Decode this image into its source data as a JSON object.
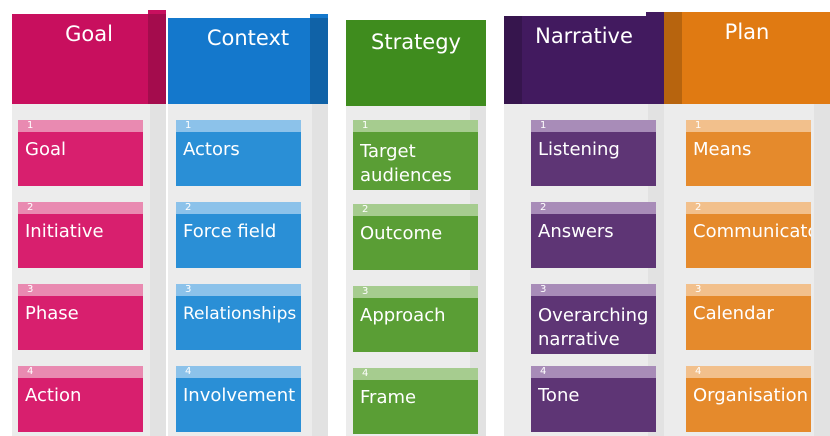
{
  "columns": [
    {
      "title": "Goal",
      "color": "#d81f6e",
      "header_color": "#c80f5e",
      "tab_color": "#e98ab1",
      "cards": [
        {
          "num": "1",
          "label": "Goal"
        },
        {
          "num": "2",
          "label": "Initiative"
        },
        {
          "num": "3",
          "label": "Phase"
        },
        {
          "num": "4",
          "label": "Action"
        }
      ]
    },
    {
      "title": "Context",
      "color": "#2a8fd6",
      "header_color": "#1478cc",
      "tab_color": "#8cc2ea",
      "cards": [
        {
          "num": "1",
          "label": "Actors"
        },
        {
          "num": "2",
          "label": "Force field"
        },
        {
          "num": "3",
          "label": "Relationships"
        },
        {
          "num": "4",
          "label": "Involvement"
        }
      ]
    },
    {
      "title": "Strategy",
      "color": "#5a9e35",
      "header_color": "#3f8c1e",
      "tab_color": "#a6cc8f",
      "cards": [
        {
          "num": "1",
          "label": "Target audiences"
        },
        {
          "num": "2",
          "label": "Outcome"
        },
        {
          "num": "3",
          "label": "Approach"
        },
        {
          "num": "4",
          "label": "Frame"
        }
      ]
    },
    {
      "title": "Narrative",
      "color": "#5e3575",
      "header_color": "#421a5f",
      "tab_color": "#a88cb8",
      "cards": [
        {
          "num": "1",
          "label": "Listening"
        },
        {
          "num": "2",
          "label": "Answers"
        },
        {
          "num": "3",
          "label": "Overarching narrative"
        },
        {
          "num": "4",
          "label": "Tone"
        }
      ]
    },
    {
      "title": "Plan",
      "color": "#e58a2c",
      "header_color": "#e07a12",
      "tab_color": "#f2c08c",
      "cards": [
        {
          "num": "1",
          "label": "Means"
        },
        {
          "num": "2",
          "label": "Communicators"
        },
        {
          "num": "3",
          "label": "Calendar"
        },
        {
          "num": "4",
          "label": "Organisation"
        }
      ]
    }
  ]
}
